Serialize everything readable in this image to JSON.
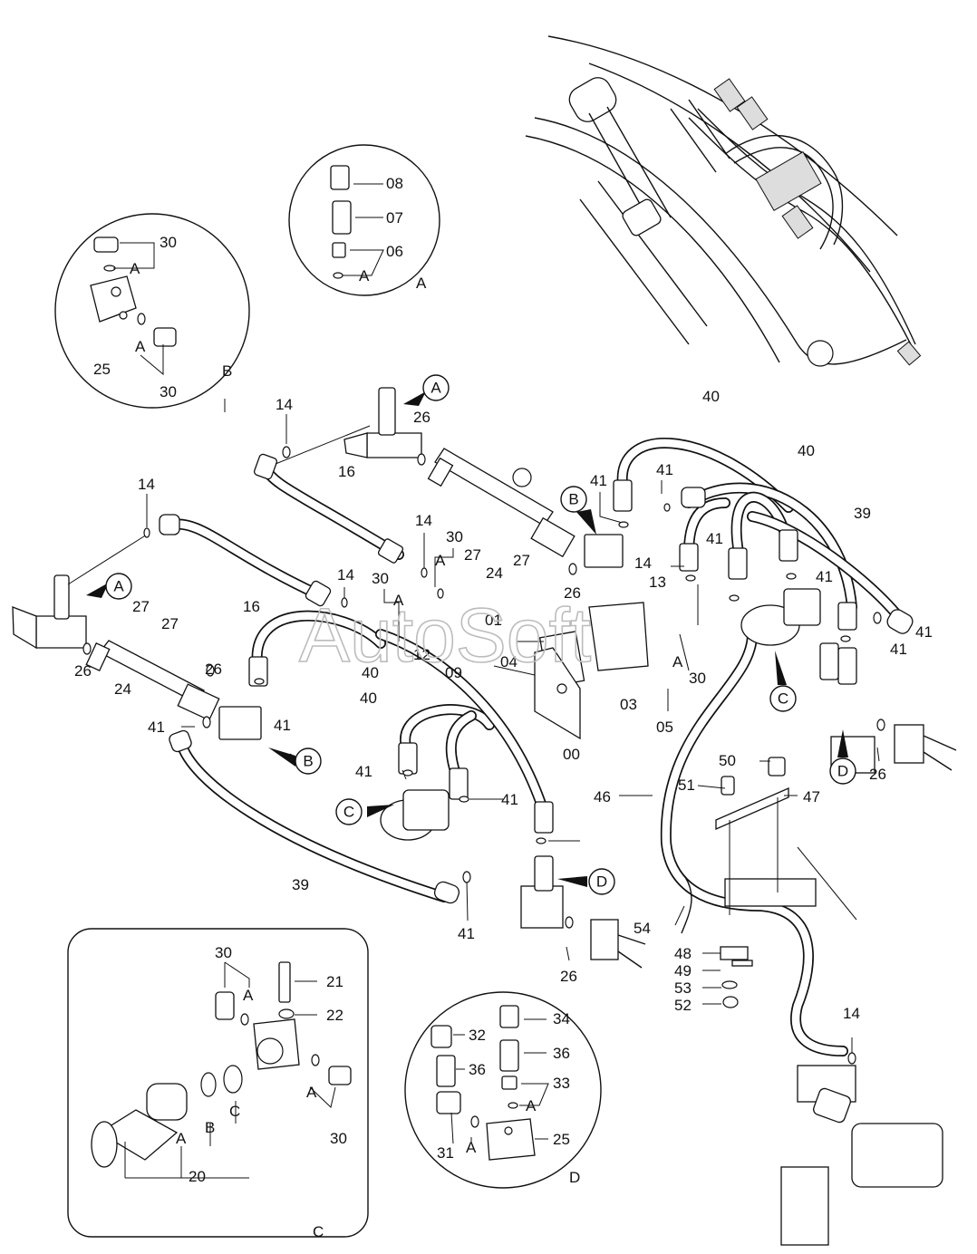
{
  "watermark": "AutoSoft",
  "insets": {
    "A": {
      "letter": "A",
      "labels": [
        "08",
        "07",
        "06",
        "A"
      ]
    },
    "B": {
      "letter": "B",
      "labels": [
        "30",
        "A",
        "A",
        "25",
        "30"
      ]
    },
    "C": {
      "letter": "C",
      "labels": [
        "30",
        "A",
        "21",
        "22",
        "A",
        "30",
        "A",
        "B",
        "C",
        "20"
      ]
    },
    "D": {
      "letter": "D",
      "labels": [
        "34",
        "32",
        "36",
        "36",
        "33",
        "A",
        "31",
        "A",
        "25"
      ]
    }
  },
  "callouts": [
    "A",
    "A",
    "B",
    "B",
    "C",
    "C",
    "D",
    "D"
  ],
  "part_labels": {
    "p14a": "14",
    "p26a": "26",
    "p16a": "16",
    "p14b": "14",
    "p16b": "16",
    "p27a": "27",
    "p27b": "27",
    "p26b": "26",
    "p24a": "24",
    "p26c": "26",
    "p41a": "41",
    "p41b": "41",
    "p40a": "40",
    "p41c": "41",
    "p41d": "41",
    "p39a": "39",
    "p41e": "41",
    "p26d": "26",
    "p14c": "14",
    "p30a": "30",
    "pAa": "A",
    "p27c": "27",
    "p24b": "24",
    "p27d": "27",
    "p14d": "14",
    "p30b": "30",
    "pAb": "A",
    "p12": "12",
    "p09": "09",
    "p40b": "40",
    "p41f": "41",
    "p41g": "41",
    "p26e": "26",
    "p01": "01",
    "p04": "04",
    "p00": "00",
    "p14e": "14",
    "p13": "13",
    "pAc": "A",
    "p30c": "30",
    "p03": "03",
    "p05": "05",
    "p40c": "40",
    "p40d": "40",
    "p39b": "39",
    "p41h": "41",
    "p41i": "41",
    "p41j": "41",
    "p41k": "41",
    "p26f": "26",
    "p46": "46",
    "p50": "50",
    "p51": "51",
    "p47": "47",
    "p54": "54",
    "p48": "48",
    "p49": "49",
    "p53": "53",
    "p52": "52",
    "p14f": "14"
  }
}
